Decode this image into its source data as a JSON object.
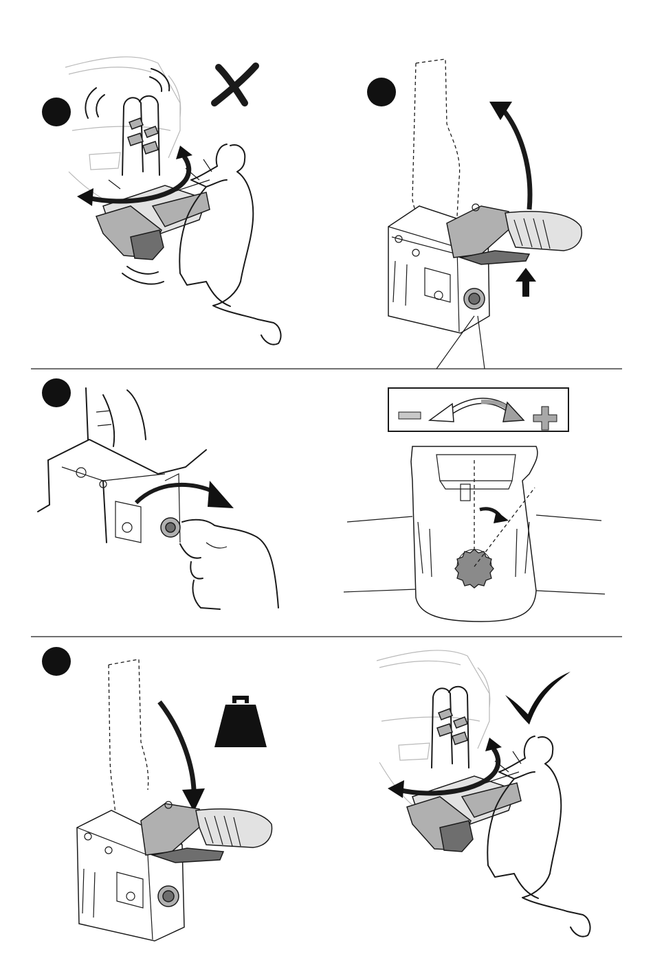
{
  "figure": {
    "panels": [
      {
        "id": "panel-1",
        "marker": "step-dot",
        "indicator": "cross-mark-icon",
        "meaning": "wrong"
      },
      {
        "id": "panel-2",
        "marker": "step-dot",
        "indicator": "up-arrow-icon"
      },
      {
        "id": "panel-3",
        "marker": "step-dot",
        "indicator": "adjustment-knob-icon"
      },
      {
        "id": "panel-4",
        "marker": "step-dot",
        "indicator": "weight-icon"
      },
      {
        "id": "panel-5",
        "marker": "none",
        "indicator": "check-mark-icon",
        "meaning": "correct"
      }
    ],
    "scale_legend": {
      "decrease_symbol": "minus-icon",
      "increase_symbol": "plus-icon"
    },
    "colors": {
      "ink": "#1a1a1a",
      "light_grey": "#e2e2e2",
      "mid_grey": "#b0b0b0",
      "dark_grey": "#6e6e6e",
      "marker": "#111111"
    }
  }
}
